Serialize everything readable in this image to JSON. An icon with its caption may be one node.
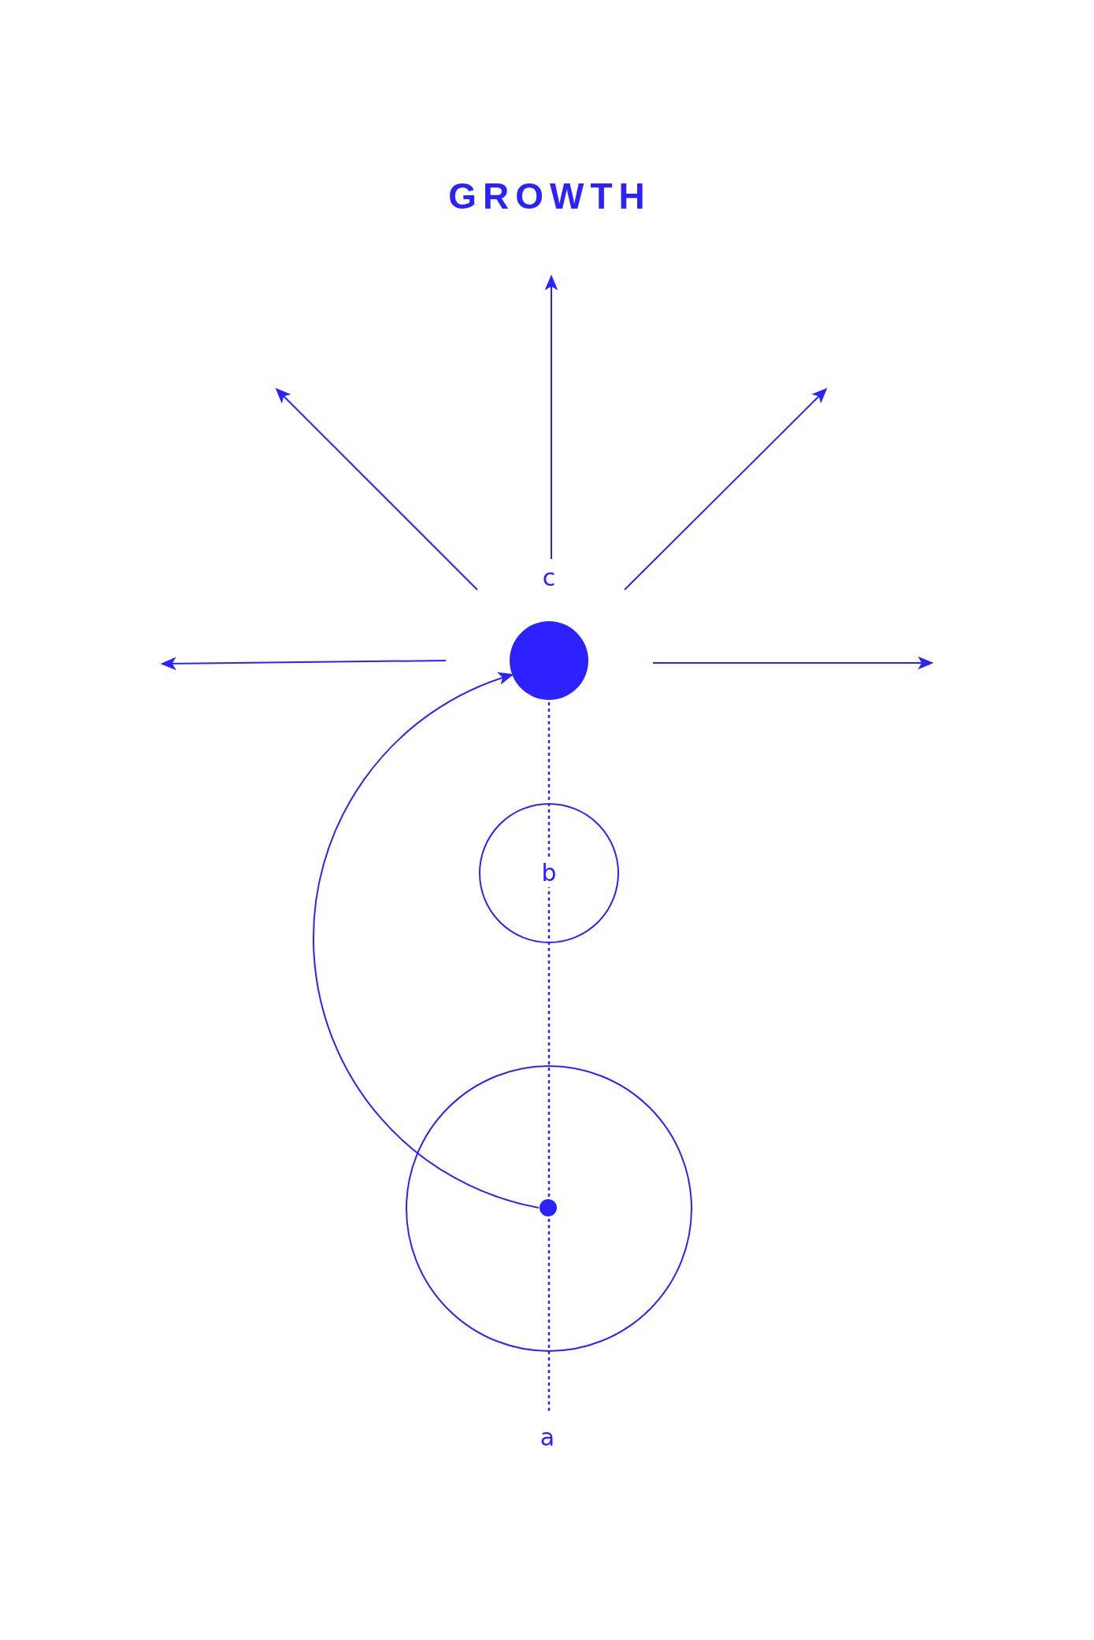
{
  "diagram": {
    "title": "GROWTH",
    "nodes": [
      {
        "text": [],
        "shape": "circle"
      },
      {
        "text": [
          "b"
        ]
      },
      {
        "text": [],
        "shape": "circle"
      },
      {
        "text": [],
        "shape": "circle",
        "in": 2
      }
    ],
    "edges": [
      {
        "from": 0,
        "to": null,
        "arrow": "to"
      },
      {
        "from": 0,
        "to": null,
        "arrow": "to"
      },
      {
        "from": 0,
        "to": null,
        "arrow": "to"
      },
      {
        "from": 0,
        "to": null,
        "arrow": "to"
      },
      {
        "from": 0,
        "to": null,
        "arrow": "to"
      },
      {
        "from": 3,
        "to": 0,
        "arrow": "to"
      }
    ],
    "labels": [
      "c",
      "a"
    ]
  }
}
